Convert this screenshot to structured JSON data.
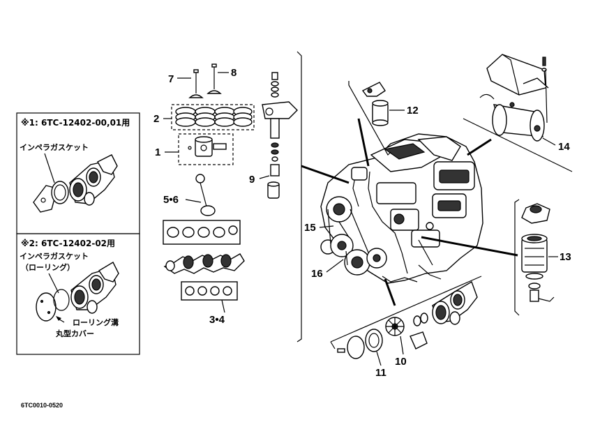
{
  "inset1": {
    "header": "※1: 6TC-12402-00,01用",
    "gasket_label": "インペラガスケット"
  },
  "inset2": {
    "header": "※2: 6TC-12402-02用",
    "gasket_label": "インペラガスケット",
    "oring_label": "（ローリング）",
    "groove_label": "ローリング溝",
    "cover_label": "丸型カバー"
  },
  "callouts": {
    "c1": "1",
    "c2": "2",
    "c3_4": "3•4",
    "c5_6": "5•6",
    "c7": "7",
    "c8": "8",
    "c9": "9",
    "c10": "10",
    "c11": "11",
    "c12": "12",
    "c13": "13",
    "c14": "14",
    "c15": "15",
    "c16": "16"
  },
  "figure_code": "6TC0010-0520"
}
